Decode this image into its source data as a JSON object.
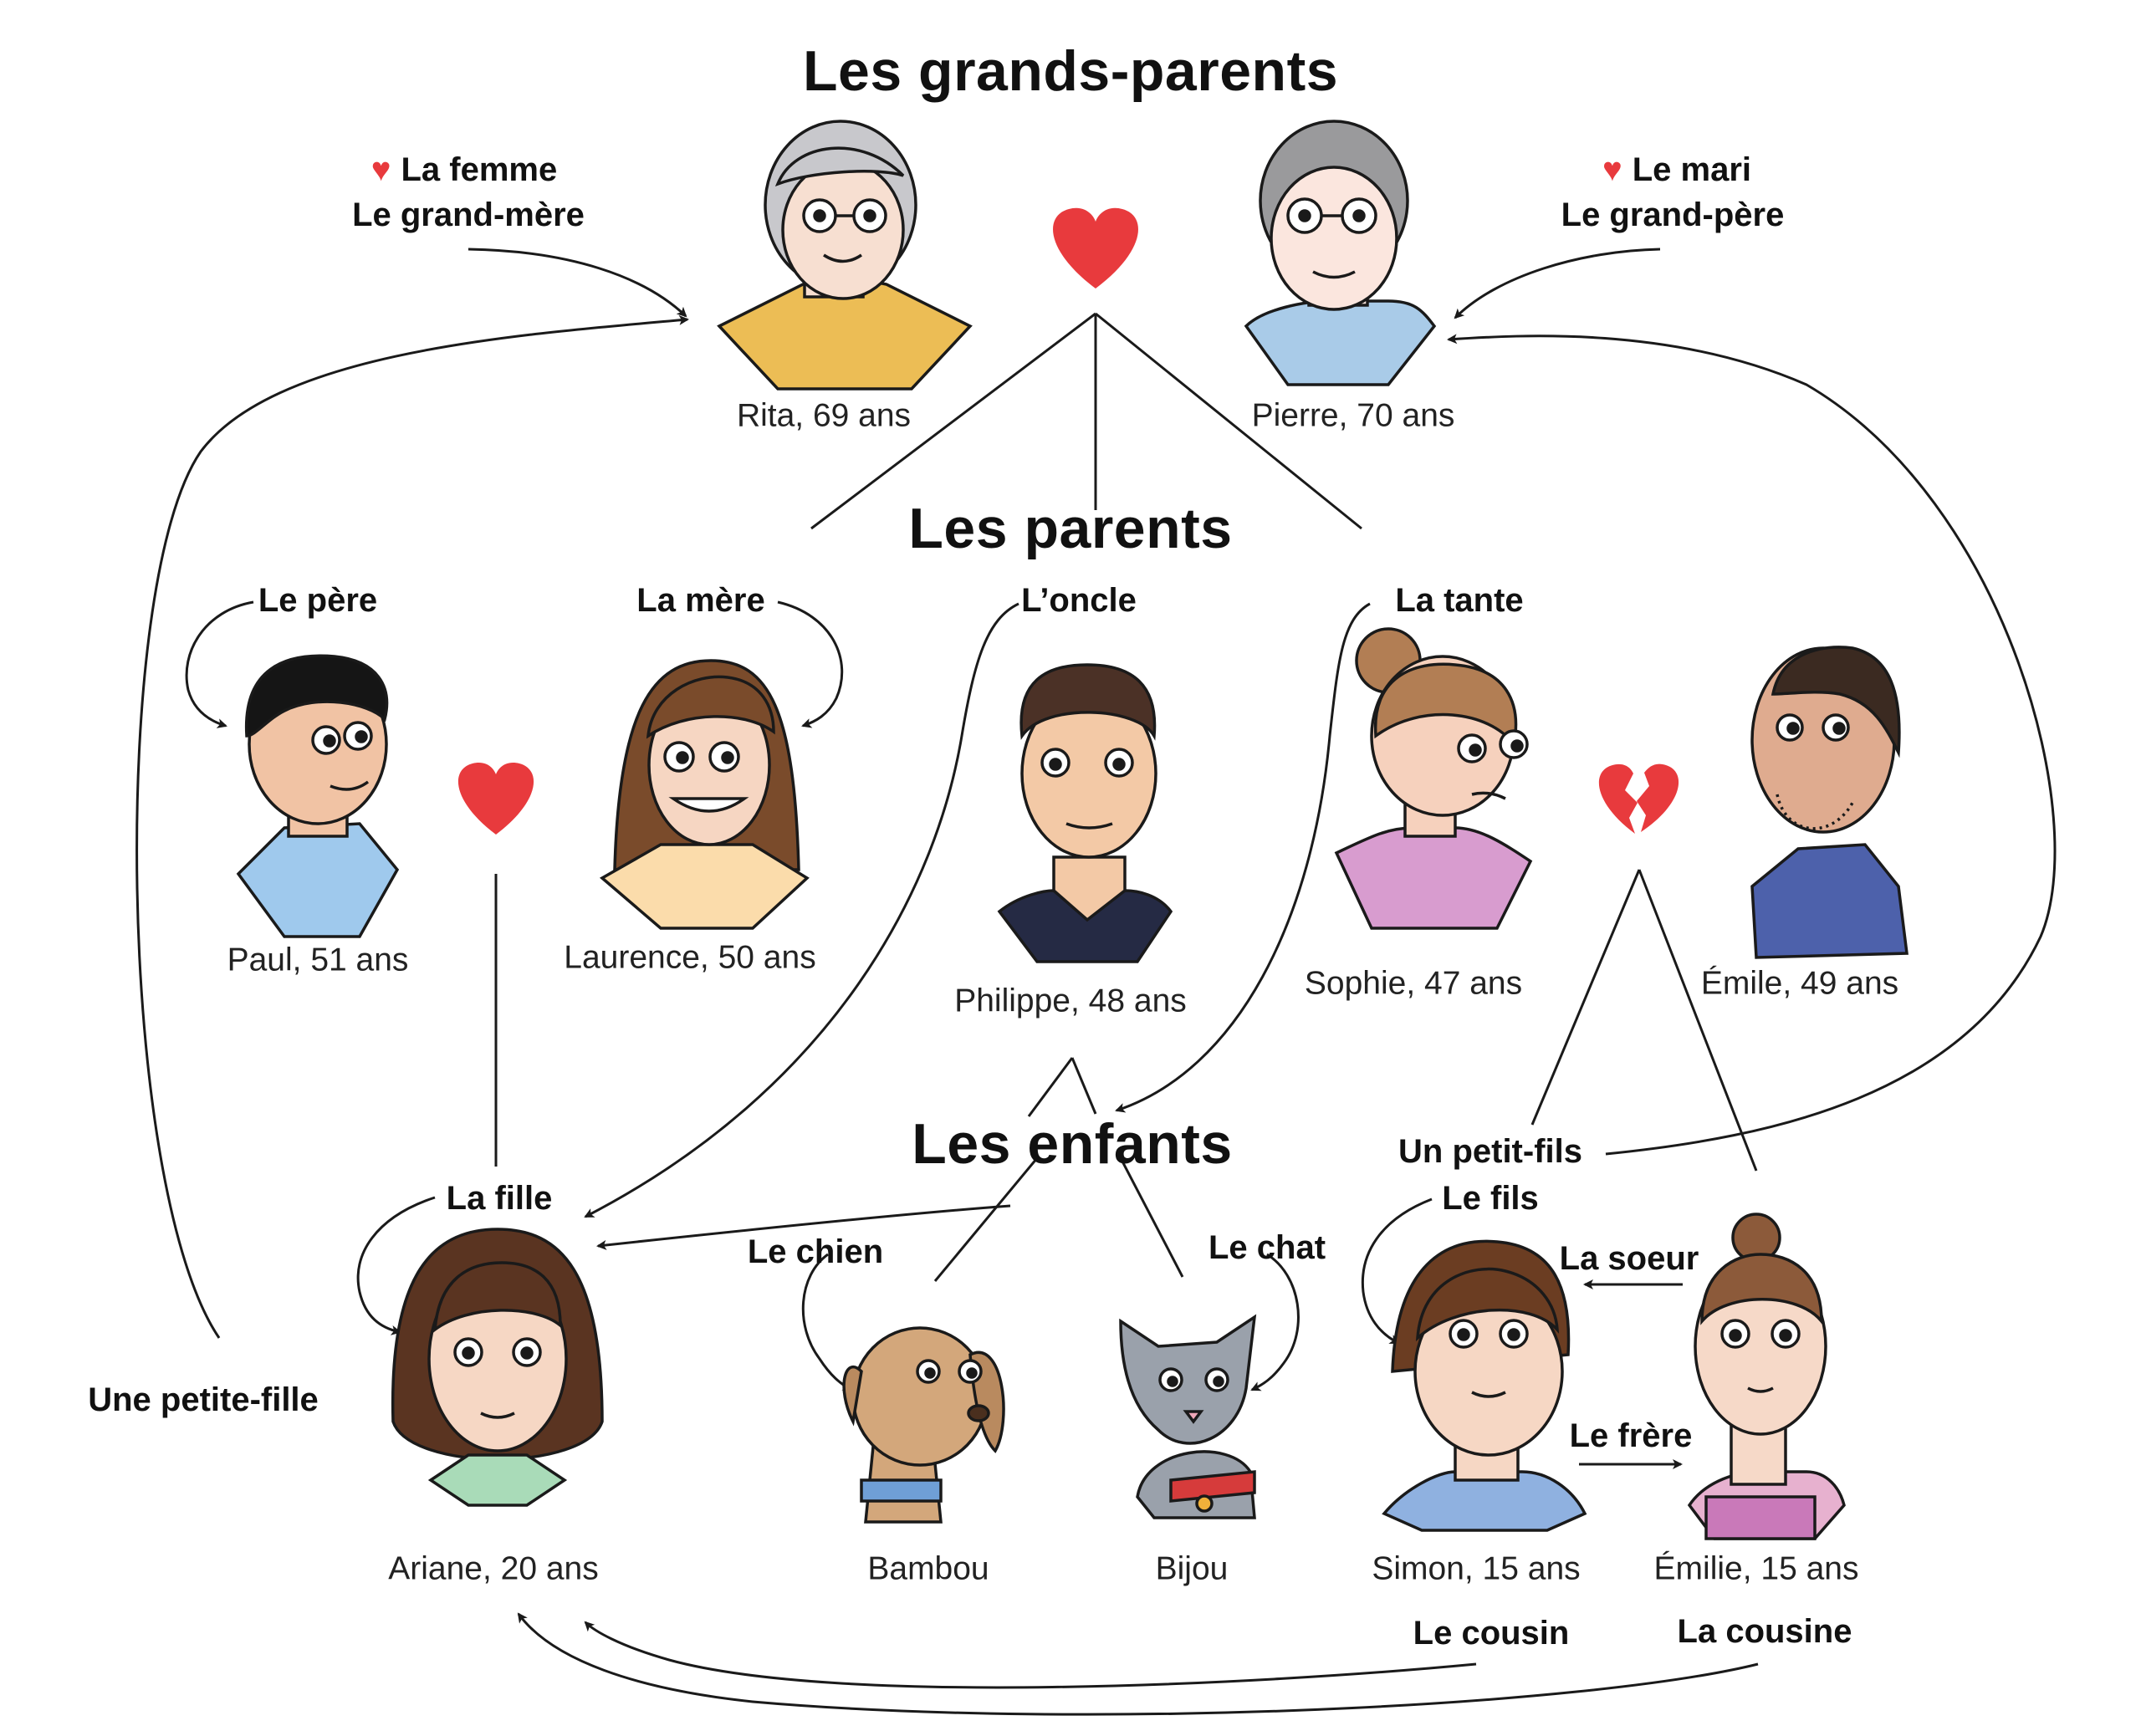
{
  "headings": {
    "grandparents": "Les grands-parents",
    "parents": "Les parents",
    "children": "Les enfants"
  },
  "labels": {
    "wife": "La femme",
    "grandmother": "Le grand-mère",
    "husband": "Le mari",
    "grandfather": "Le grand-père",
    "father": "Le père",
    "mother": "La mère",
    "uncle": "L’oncle",
    "aunt": "La tante",
    "grandson": "Un petit-fils",
    "son": "Le fils",
    "sister": "La soeur",
    "brother": "Le frère",
    "daughter": "La fille",
    "granddaughter": "Une petite-fille",
    "dog": "Le chien",
    "cat": "Le chat",
    "cousin_m": "Le cousin",
    "cousin_f": "La cousine"
  },
  "people": {
    "rita": "Rita, 69 ans",
    "pierre": "Pierre, 70 ans",
    "paul": "Paul, 51 ans",
    "laurence": "Laurence, 50 ans",
    "philippe": "Philippe, 48 ans",
    "sophie": "Sophie, 47 ans",
    "emile": "Émile, 49 ans",
    "ariane": "Ariane, 20 ans",
    "bambou": "Bambou",
    "bijou": "Bijou",
    "simon": "Simon, 15 ans",
    "emilie": "Émilie, 15 ans"
  },
  "icons": {
    "heart": "heart-icon",
    "broken_heart": "broken-heart-icon"
  },
  "colors": {
    "heart": "#e83a3d",
    "line": "#1a1a1a"
  }
}
